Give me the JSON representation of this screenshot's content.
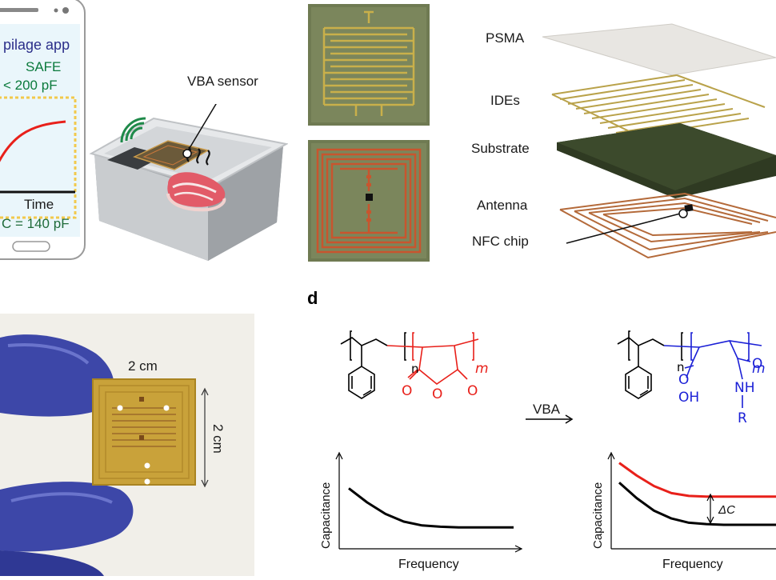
{
  "phone": {
    "app_title": "pilage app",
    "status": "SAFE",
    "threshold": "< 200 pF",
    "x_axis": "Time",
    "delta": "C = 140 pF",
    "colors": {
      "screen": "#eaf6fb",
      "curve": "#e8201a",
      "frame": "#f2c94c",
      "text_title": "#2b2f8a",
      "text_safe": "#0b7a3c"
    }
  },
  "scene": {
    "sensor_label": "VBA sensor"
  },
  "layers": {
    "psma": "PSMA",
    "ides": "IDEs",
    "substrate": "Substrate",
    "antenna": "Antenna",
    "nfc_chip": "NFC chip"
  },
  "photo": {
    "width_label": "2 cm",
    "height_label": "2 cm"
  },
  "panel_d": {
    "letter": "d",
    "reaction_label": "VBA",
    "chem_left": {
      "n": "n",
      "m": "m",
      "o1": "O",
      "o2": "O",
      "o3": "O"
    },
    "chem_right": {
      "n": "n",
      "m": "m",
      "o1": "O",
      "o2": "O",
      "oh": "OH",
      "nh": "NH",
      "r": "R"
    },
    "chart_left": {
      "ylabel": "Capacitance",
      "xlabel": "Frequency"
    },
    "chart_right": {
      "ylabel": "Capacitance",
      "xlabel": "Frequency",
      "annotation": "ΔC"
    },
    "colors": {
      "red": "#e8201a",
      "blue": "#1a1fd6",
      "black": "#000000"
    }
  },
  "chart_data": [
    {
      "type": "line",
      "title": "",
      "xlabel": "Frequency",
      "ylabel": "Capacitance",
      "series": [
        {
          "values": [
            0.62,
            0.4,
            0.22,
            0.1,
            0.04,
            0.02,
            0.01,
            0.01,
            0.01,
            0.01
          ]
        }
      ]
    },
    {
      "type": "line",
      "title": "",
      "xlabel": "Frequency",
      "ylabel": "Capacitance",
      "series": [
        {
          "values": [
            0.88,
            0.7,
            0.55,
            0.45,
            0.41,
            0.4,
            0.4,
            0.4,
            0.4,
            0.4
          ]
        },
        {
          "values": [
            0.6,
            0.38,
            0.2,
            0.09,
            0.03,
            0.01,
            0.0,
            0.0,
            0.0,
            0.0
          ]
        }
      ],
      "annotations": [
        "ΔC"
      ]
    }
  ]
}
